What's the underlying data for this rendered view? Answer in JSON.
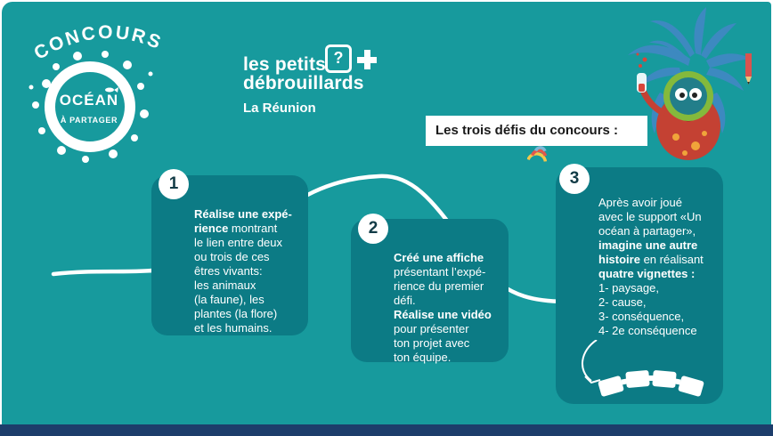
{
  "colors": {
    "background": "#179a9d",
    "card": "#0c7b85",
    "footer": "#1d3d6b",
    "text_on_card": "#ffffff",
    "header_text": "#1a1a1a"
  },
  "branding": {
    "contest_label": "CONCOURS",
    "ocean_line1": "OCÉAN",
    "ocean_line2": "À PARTAGER",
    "lpd_line1": "les petits",
    "lpd_line2": "débrouillards",
    "lpd_region": "La Réunion",
    "question_glyph": "?"
  },
  "header": {
    "title": "Les trois défis du concours :"
  },
  "steps": [
    {
      "number": "1",
      "seg_bold1": "Réalise une expé-\nrience",
      "seg_text1": " montrant\nle lien entre deux\nou trois de ces\nêtres vivants:\nles animaux\n(la faune), les\nplantes (la flore)\net les humains."
    },
    {
      "number": "2",
      "seg_bold1": "Créé une affiche",
      "seg_text1": "\nprésentant l’expé-\nrience du premier\ndéfi.",
      "seg_bold2": "\nRéalise une vidéo",
      "seg_text2": "\npour présenter\nton projet avec\nton équipe."
    },
    {
      "number": "3",
      "seg_text0": "Après avoir joué\navec le support «Un\nocéan à partager»,\n",
      "seg_bold1": "imagine une autre\nhistoire",
      "seg_text1": " en réalisant\n",
      "seg_bold2": "quatre vignettes :",
      "seg_text2": "\n1- paysage,\n2- cause,\n3- conséquence,\n4- 2e conséquence"
    }
  ]
}
